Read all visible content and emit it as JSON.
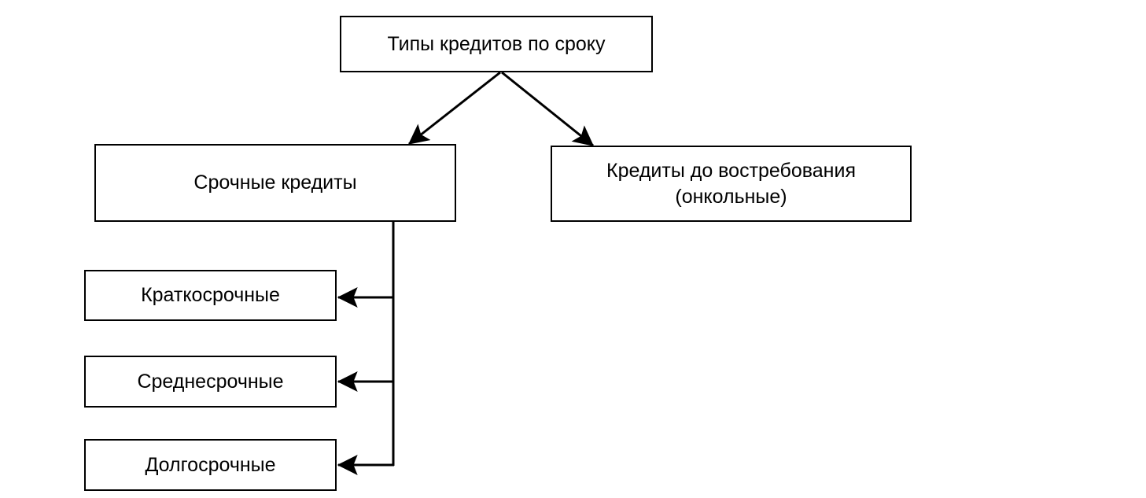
{
  "diagram": {
    "root": {
      "label": "Типы кредитов по сроку"
    },
    "branches": [
      {
        "label": "Срочные кредиты",
        "children": [
          {
            "label": "Краткосрочные"
          },
          {
            "label": "Среднесрочные"
          },
          {
            "label": "Долгосрочные"
          }
        ]
      },
      {
        "label_lines": [
          "Кредиты до востребования",
          "(онкольные)"
        ]
      }
    ]
  }
}
